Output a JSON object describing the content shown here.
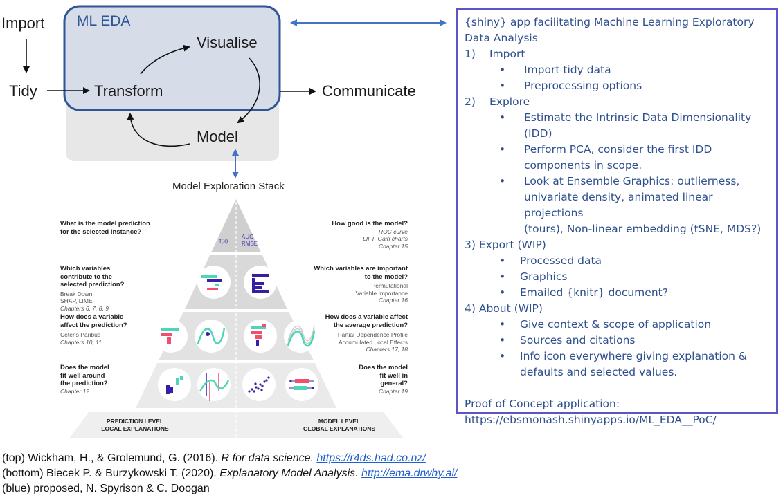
{
  "flow": {
    "title": "ML EDA",
    "import": "Import",
    "tidy": "Tidy",
    "transform": "Transform",
    "visualise": "Visualise",
    "model": "Model",
    "communicate": "Communicate"
  },
  "stack": {
    "title": "Model Exploration Stack",
    "apex_left": "f(x)",
    "apex_right": "AUC\nRMSE",
    "rows": [
      {
        "left_q": "What is the model prediction for the selected instance?",
        "left_sub": "",
        "left_ch": "",
        "right_q": "How good is the model?",
        "right_sub": "ROC curve\nLIFT, Gain charts",
        "right_ch": "Chapter 15"
      },
      {
        "left_q": "Which variables contribute to the selected prediction?",
        "left_sub": "Break Down\nSHAP, LIME",
        "left_ch": "Chapters 6, 7, 8, 9",
        "right_q": "Which variables are important to the model?",
        "right_sub": "Permutational\nVariable Importance",
        "right_ch": "Chapter 16"
      },
      {
        "left_q": "How does a variable affect the prediction?",
        "left_sub": "Ceteris Paribus",
        "left_ch": "Chapters 10, 11",
        "right_q": "How does a variable affect the average prediction?",
        "right_sub": "Partial Dependence Profile\nAccumulated Local Effects",
        "right_ch": "Chapters 17, 18"
      },
      {
        "left_q": "Does the model fit well around the prediction?",
        "left_sub": "",
        "left_ch": "Chapter 12",
        "right_q": "Does the model fit well in general?",
        "right_sub": "",
        "right_ch": "Chapter 19"
      }
    ],
    "level_left": "PREDICTION LEVEL\nLOCAL EXPLANATIONS",
    "level_right": "MODEL LEVEL\nGLOBAL EXPLANATIONS"
  },
  "panel": {
    "heading1": "{shiny} app facilitating Machine Learning Exploratory",
    "heading2": "Data Analysis",
    "s1_num": "1)",
    "s1_label": "Import",
    "s1_items": [
      "Import tidy data",
      "Preprocessing options"
    ],
    "s2_num": "2)",
    "s2_label": "Explore",
    "s2_items": [
      [
        "Estimate the Intrinsic Data Dimensionality",
        "(IDD)"
      ],
      [
        "Perform PCA, consider the first IDD",
        "components in scope."
      ],
      [
        "Look at Ensemble Graphics: outlierness,",
        "univariate density, animated linear projections",
        "(tours), Non-linear embedding (tSNE, MDS?)"
      ]
    ],
    "s3_label": "3) Export (WIP)",
    "s3_items": [
      "Processed data",
      "Graphics",
      "Emailed {knitr} document?"
    ],
    "s4_label": "4) About (WIP)",
    "s4_items": [
      [
        "Give context & scope of application"
      ],
      [
        "Sources and citations"
      ],
      [
        "Info icon everywhere giving explanation &",
        "defaults and selected values."
      ]
    ],
    "poc_label": "Proof of Concept application:",
    "poc_url": "https://ebsmonash.shinyapps.io/ML_EDA__PoC/"
  },
  "citations": [
    {
      "pre": "(top) Wickham, H., & Grolemund, G. (2016). ",
      "title": "R for data science.",
      "link": "https://r4ds.had.co.nz/"
    },
    {
      "pre": "(bottom) Biecek P. & Burzykowski T. (2020). ",
      "title": "Explanatory Model Analysis.",
      "link": "http://ema.drwhy.ai/"
    },
    {
      "pre": "(blue) proposed, N. Spyrison & C. Doogan",
      "title": "",
      "link": ""
    }
  ],
  "colors": {
    "accent_blue": "#2f5597",
    "panel_border": "#5b56c4",
    "panel_text": "#2f4f8f",
    "link": "#1f5fd1",
    "teal": "#4bd6b5",
    "pink": "#f0506e",
    "purple": "#371ea3"
  }
}
